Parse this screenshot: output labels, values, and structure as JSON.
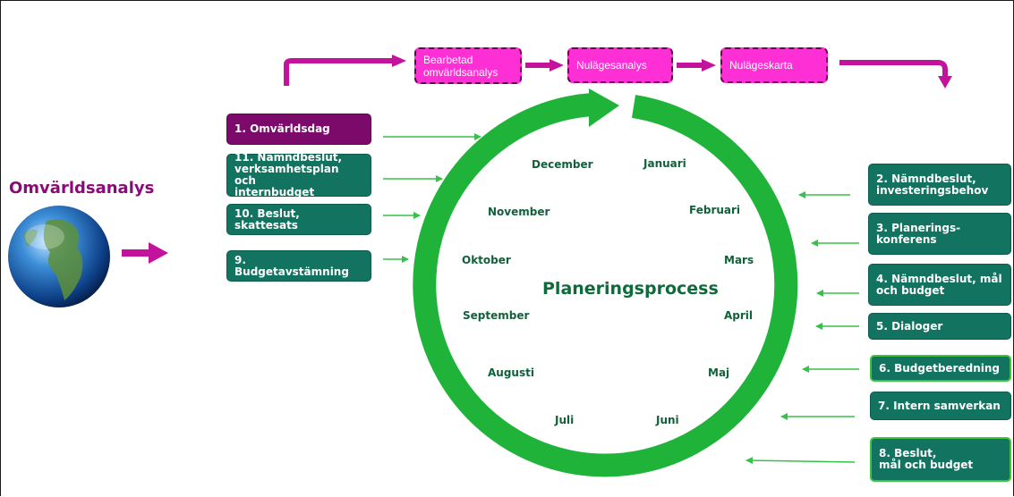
{
  "left_title": "Omvärldsanalys",
  "center_title": "Planeringsprocess",
  "top_flow": [
    "Bearbetad\nomvärldsanalys",
    "Nulägesanalys",
    "Nulägeskarta"
  ],
  "months": [
    "Januari",
    "Februari",
    "Mars",
    "April",
    "Maj",
    "Juni",
    "Juli",
    "Augusti",
    "September",
    "Oktober",
    "November",
    "December"
  ],
  "left_boxes": [
    "1. Omvärldsdag",
    "11. Nämndbeslut,\nverksamhetsplan och\ninternbudget",
    "10. Beslut, skattesats",
    "9. Budgetavstämning"
  ],
  "right_boxes": [
    "2. Nämndbeslut,\ninvesteringsbehov",
    "3. Planerings-\nkonferens",
    "4. Nämndbeslut, mål\noch budget",
    "5. Dialoger",
    "6. Budgetberedning",
    "7. Intern samverkan",
    "8. Beslut,\n mål och budget"
  ],
  "colors": {
    "ring": "#1fb33a",
    "teal_box": "#127361",
    "purple_box": "#7b0a6a",
    "magenta": "#ff2fd6",
    "arrow_green": "#37c14a",
    "arrow_magenta": "#c3139c"
  },
  "icons": {
    "globe": "earth-globe-icon"
  }
}
